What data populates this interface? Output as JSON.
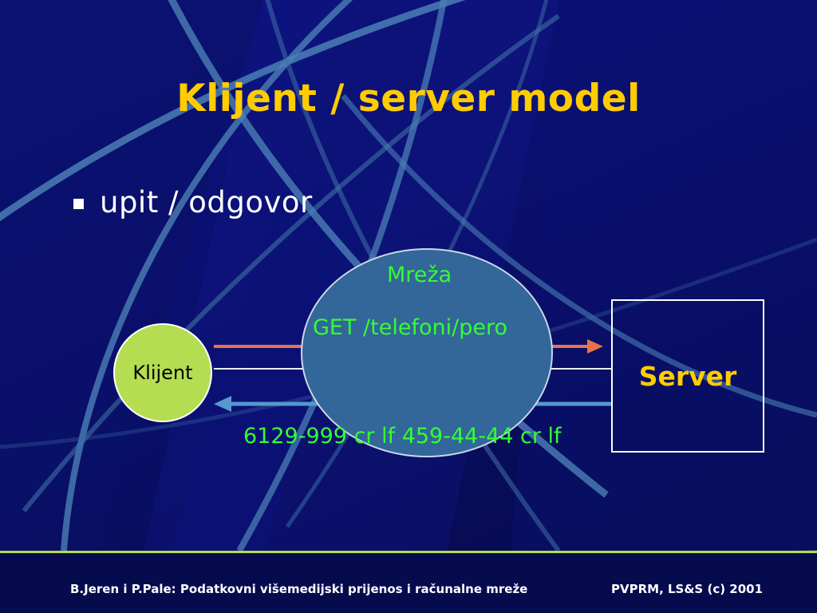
{
  "slide": {
    "title": "Klijent / server model",
    "bullet": "upit / odgovor",
    "background_color": "#0b1073",
    "title_color": "#ffcc00"
  },
  "diagram": {
    "client_label": "Klijent",
    "server_label": "Server",
    "network_label": "Mreža",
    "request_text": "GET /telefoni/pero",
    "response_text": "6129-999 cr lf 459-44-44 cr lf",
    "client_color": "#b5dd52",
    "network_color": "#336699",
    "text_color": "#33ff33",
    "request_arrow_color": "#e8734a",
    "response_arrow_color": "#5599cc"
  },
  "footer": {
    "left": "B.Jeren i P.Pale: Podatkovni višemedijski prijenos i računalne mreže",
    "right": "PVPRM, LS&S (c) 2001",
    "accent_color": "#b5dd52"
  }
}
